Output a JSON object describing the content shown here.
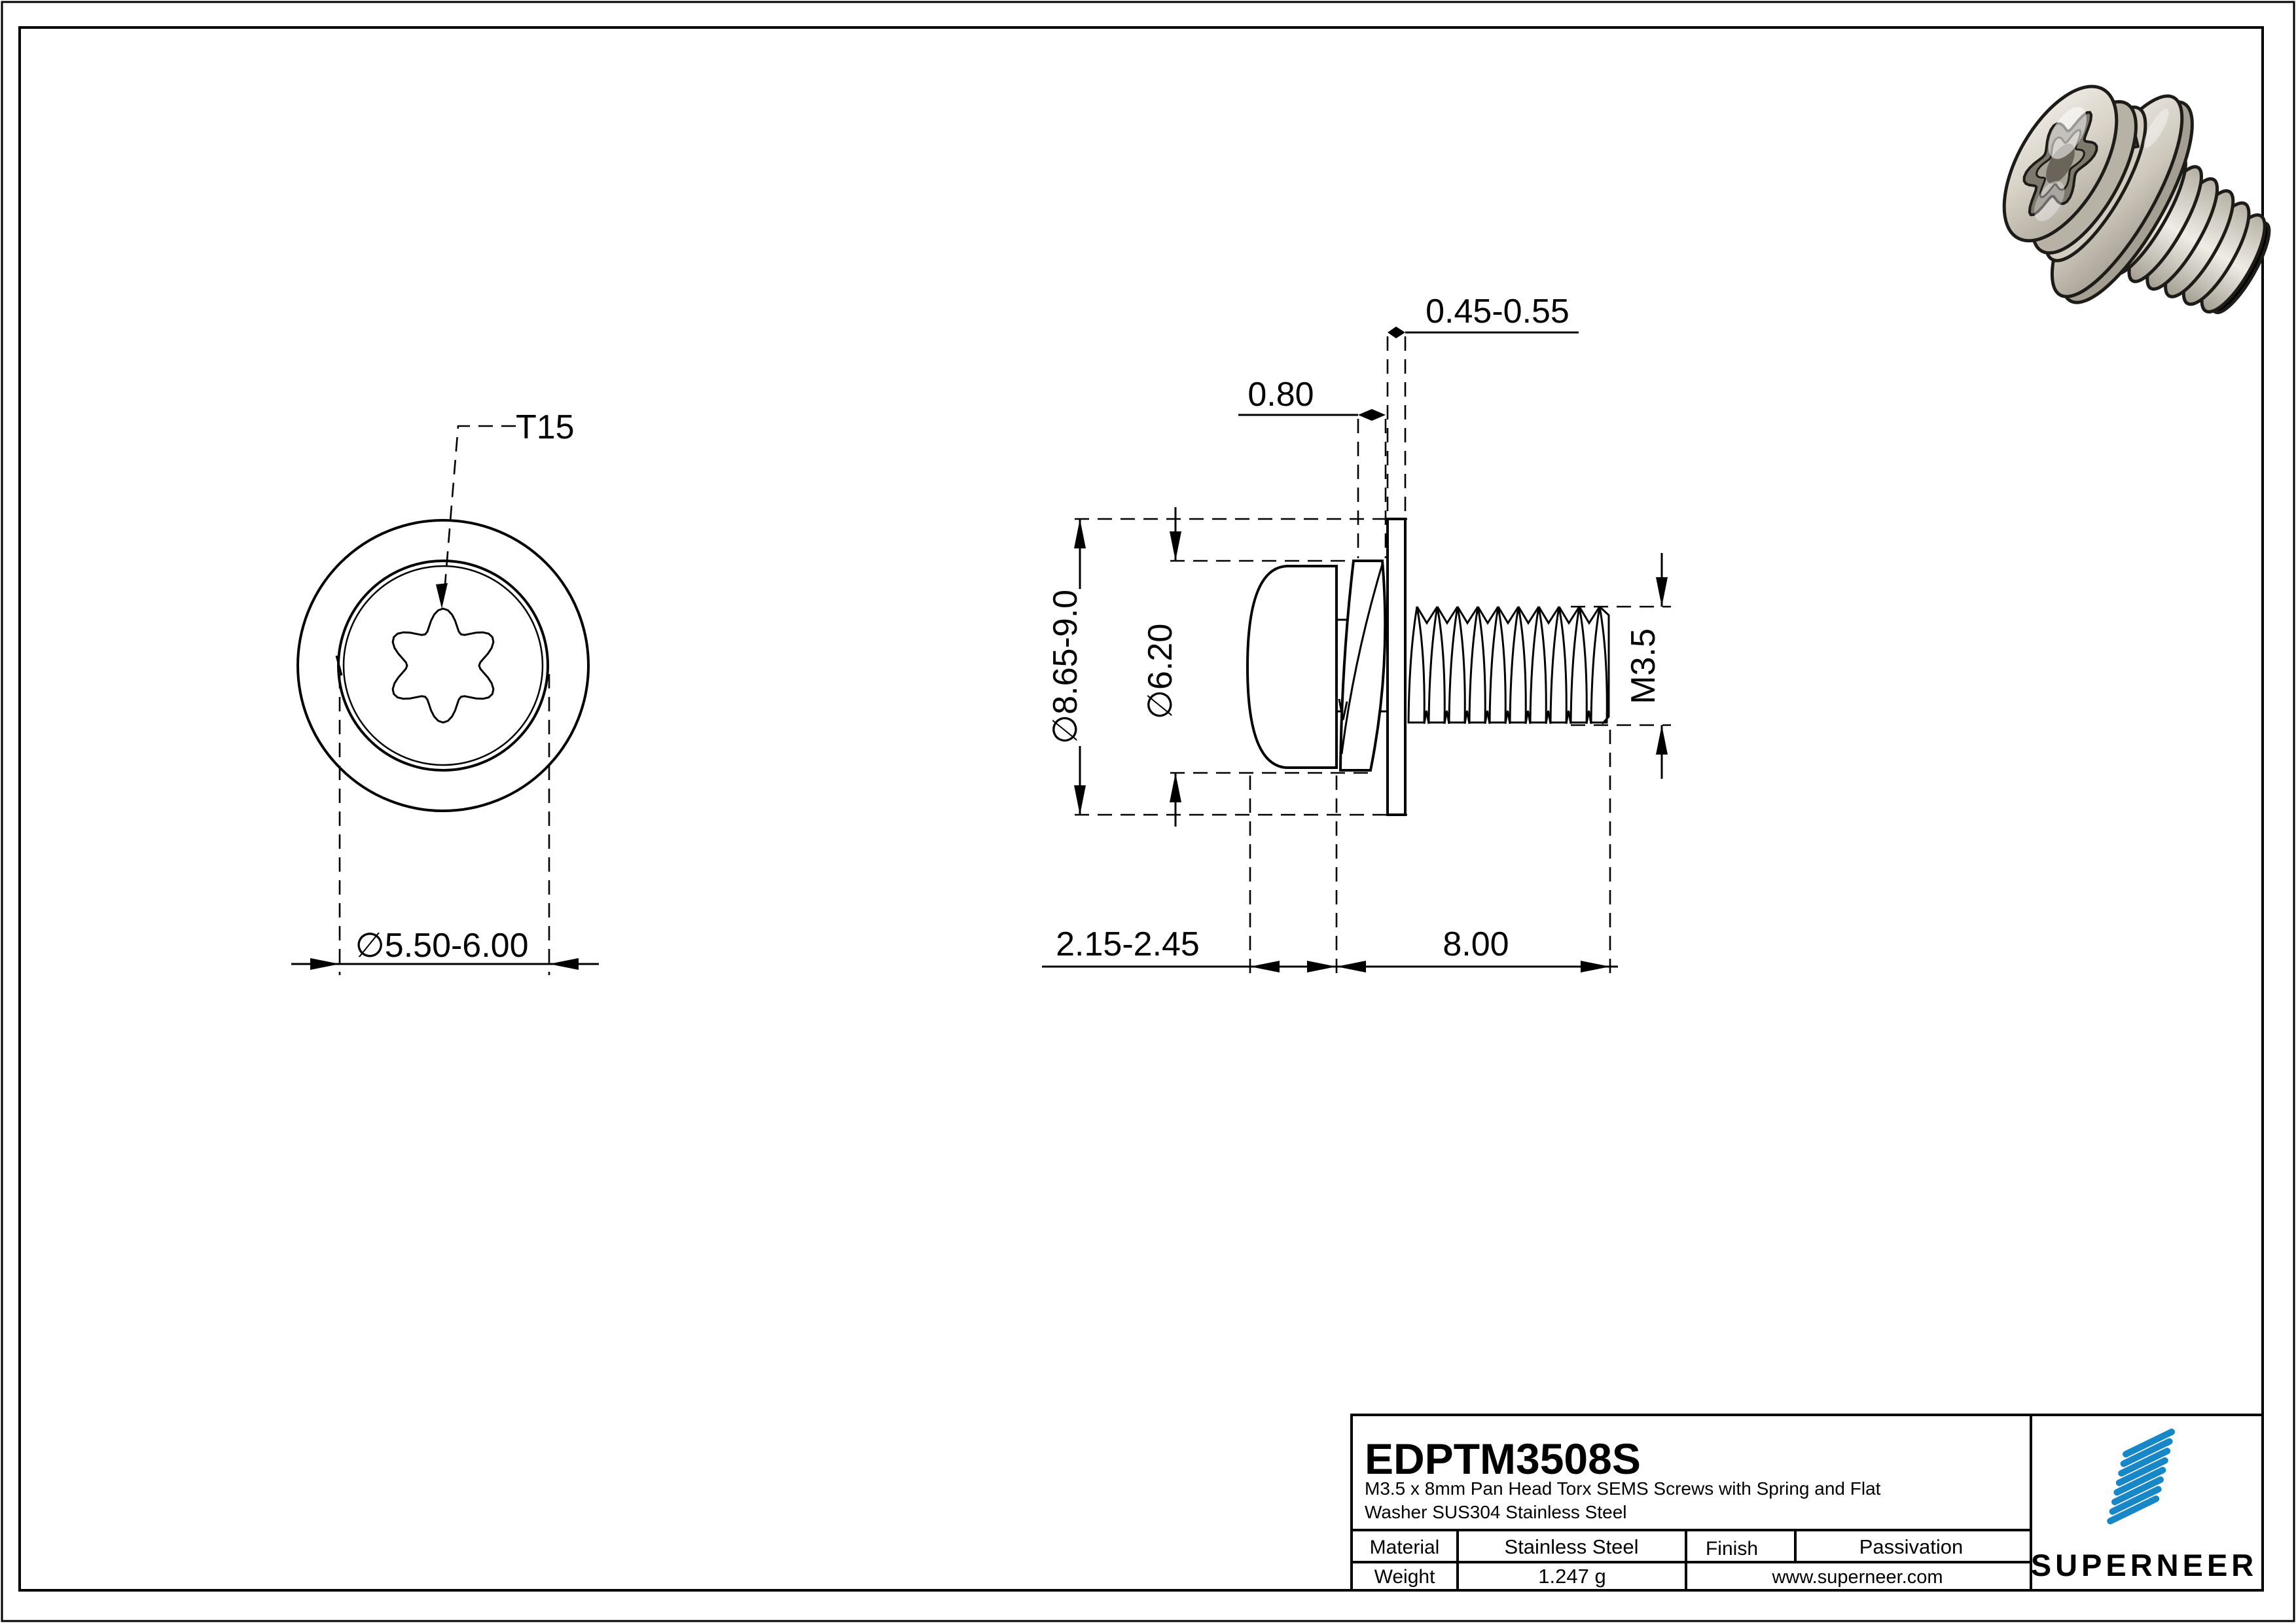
{
  "colors": {
    "brand_blue": "#1787c8",
    "line_black": "#000000",
    "background": "#ffffff"
  },
  "top_view": {
    "torx_label": "T15",
    "head_diameter": "∅5.50-6.00"
  },
  "side_view": {
    "flat_washer_thickness": "0.45-0.55",
    "spring_washer_thickness": "0.80",
    "washer_od": "∅8.65-9.0",
    "spring_od": "∅6.20",
    "thread_spec": "M3.5",
    "head_height": "2.15-2.45",
    "thread_length": "8.00"
  },
  "title_block": {
    "part_number": "EDPTM3508S",
    "description_line1": "M3.5 x 8mm Pan Head Torx SEMS Screws with Spring and Flat",
    "description_line2": "Washer SUS304 Stainless Steel",
    "material_label": "Material",
    "material_value": "Stainless Steel",
    "finish_label": "Finish",
    "finish_value": "Passivation",
    "weight_label": "Weight",
    "weight_value": "1.247 g",
    "website": "www.superneer.com",
    "brand": "SUPERNEER"
  }
}
